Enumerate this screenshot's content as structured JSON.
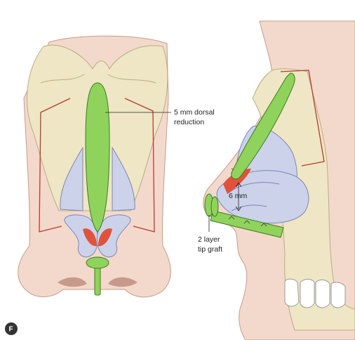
{
  "figure": {
    "panel_letter": "F",
    "annotations": {
      "dorsal_reduction": [
        "5 mm dorsal",
        "reduction"
      ],
      "tip_graft": [
        "2 layer",
        "tip graft"
      ],
      "measurement": "6 mm"
    }
  },
  "colors": {
    "skin": "#f3d9cc",
    "skin_edge": "#c89a8a",
    "bone": "#eee6c4",
    "bone_edge": "#b9ad82",
    "cartilage": "#ccd2ea",
    "cartilage_edge": "#7d86b5",
    "graft": "#8fd35c",
    "graft_edge": "#3d7a22",
    "excision": "#e0533a",
    "outline": "#b83a2e"
  }
}
